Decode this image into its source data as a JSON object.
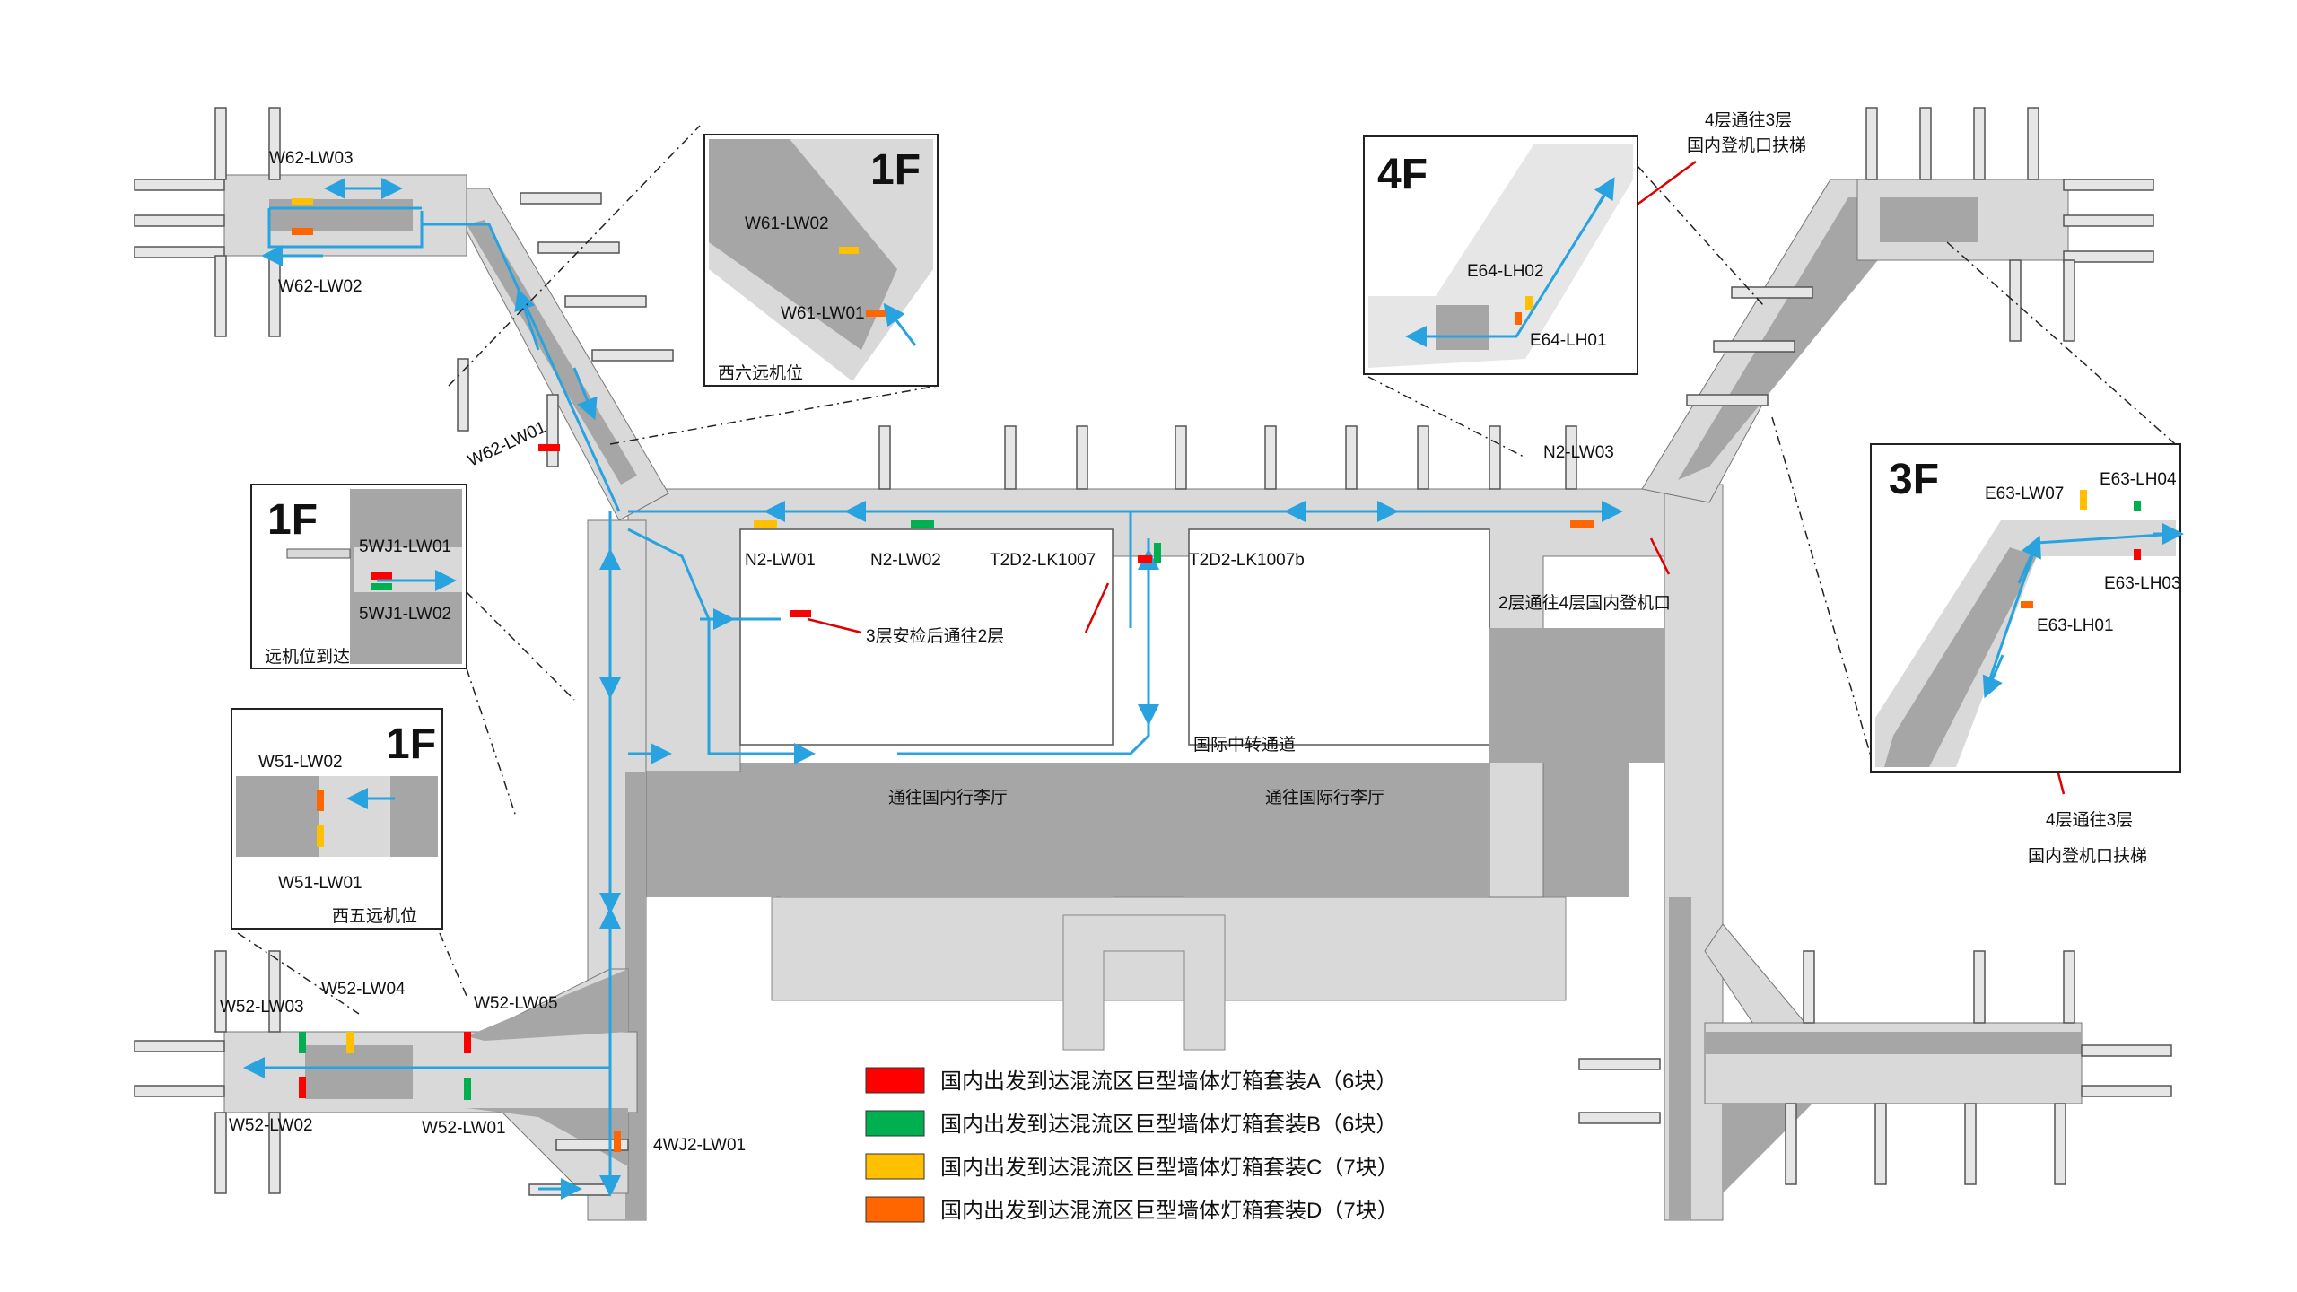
{
  "colors": {
    "A": "#ff0000",
    "B": "#00b050",
    "C": "#ffc000",
    "D": "#ff6600",
    "route": "#29a3e0",
    "floor_dark": "#a6a6a6",
    "floor_light": "#d9d9d9",
    "pier": "#c8c8c8"
  },
  "labels": {
    "W62_LW03": "W62-LW03",
    "W62_LW02": "W62-LW02",
    "W62_LW01": "W62-LW01",
    "N2_LW01": "N2-LW01",
    "N2_LW02": "N2-LW02",
    "N2_LW03": "N2-LW03",
    "T2D2_LK1007": "T2D2-LK1007",
    "T2D2_LK1007b": "T2D2-LK1007b",
    "W52_LW03": "W52-LW03",
    "W52_LW04": "W52-LW04",
    "W52_LW05": "W52-LW05",
    "W52_LW02": "W52-LW02",
    "W52_LW01": "W52-LW01",
    "WJ2_LW01": "4WJ2-LW01",
    "intl_transfer": "国际中转通道",
    "to_domestic_baggage": "通往国内行李厅",
    "to_intl_baggage": "通往国际行李厅",
    "note_3to2": "3层安检后通往2层",
    "note_2to4": "2层通往4层国内登机口",
    "note_4to3_line1": "4层通往3层",
    "note_4to3_line2": "国内登机口扶梯"
  },
  "insets": {
    "w61": {
      "floor": "1F",
      "lbl_top": "W61-LW02",
      "lbl_bottom": "W61-LW01",
      "caption": "西六远机位"
    },
    "e64": {
      "floor": "4F",
      "lbl_top": "E64-LH02",
      "lbl_bottom": "E64-LH01"
    },
    "wj1": {
      "floor": "1F",
      "lbl_top": "5WJ1-LW01",
      "lbl_bottom": "5WJ1-LW02",
      "caption": "远机位到达"
    },
    "w51": {
      "floor": "1F",
      "lbl_top": "W51-LW02",
      "lbl_bottom": "W51-LW01",
      "caption": "西五远机位"
    },
    "e63": {
      "floor": "3F",
      "lbl_a": "E63-LW07",
      "lbl_b": "E63-LH04",
      "lbl_c": "E63-LH03",
      "lbl_d": "E63-LH01"
    }
  },
  "legend": [
    {
      "key": "A",
      "label": "国内出发到达混流区巨型墙体灯箱套装A（6块）"
    },
    {
      "key": "B",
      "label": "国内出发到达混流区巨型墙体灯箱套装B（6块）"
    },
    {
      "key": "C",
      "label": "国内出发到达混流区巨型墙体灯箱套装C（7块）"
    },
    {
      "key": "D",
      "label": "国内出发到达混流区巨型墙体灯箱套装D（7块）"
    }
  ]
}
